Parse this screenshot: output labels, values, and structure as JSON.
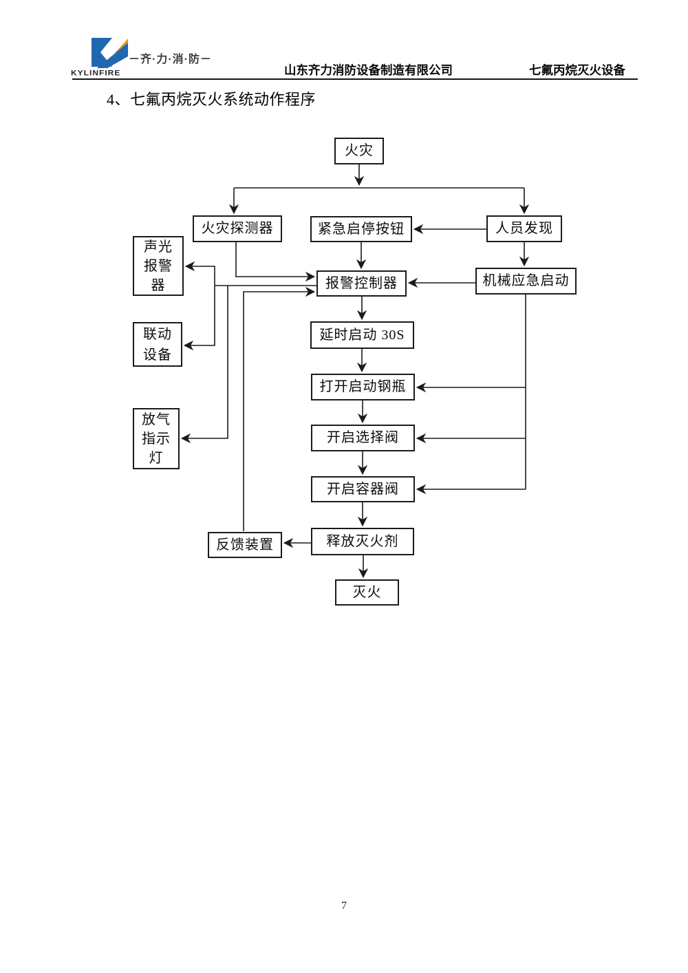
{
  "header": {
    "brand": "KYLINFIRE",
    "slogan": "－齐·力·消·防－",
    "company": "山东齐力消防设备制造有限公司",
    "product": "七氟丙烷灭火设备",
    "logo_colors": {
      "blue": "#1f68b0",
      "orange": "#f29024"
    }
  },
  "title": "4、七氟丙烷灭火系统动作程序",
  "flowchart": {
    "nodes": {
      "fire": "火灾",
      "detector": "火灾探测器",
      "emergency_button": "紧急启停按钮",
      "personnel": "人员发现",
      "sound_light_alarm": "声光\n报警\n器",
      "alarm_controller": "报警控制器",
      "mechanical_start": "机械应急启动",
      "linkage_device": "联动\n设备",
      "delay_start": "延时启动 30S",
      "open_cylinder": "打开启动钢瓶",
      "gas_indicator": "放气\n指示\n灯",
      "open_selector_valve": "开启选择阀",
      "open_container_valve": "开启容器阀",
      "feedback_device": "反馈装置",
      "release_agent": "释放灭火剂",
      "extinguish": "灭火"
    },
    "edges": [
      {
        "from": "fire",
        "to": "detector"
      },
      {
        "from": "fire",
        "to": "personnel"
      },
      {
        "from": "personnel",
        "to": "emergency_button"
      },
      {
        "from": "personnel",
        "to": "mechanical_start"
      },
      {
        "from": "detector",
        "to": "alarm_controller"
      },
      {
        "from": "emergency_button",
        "to": "alarm_controller"
      },
      {
        "from": "mechanical_start",
        "to": "alarm_controller"
      },
      {
        "from": "alarm_controller",
        "to": "sound_light_alarm"
      },
      {
        "from": "alarm_controller",
        "to": "linkage_device"
      },
      {
        "from": "alarm_controller",
        "to": "gas_indicator"
      },
      {
        "from": "alarm_controller",
        "to": "delay_start"
      },
      {
        "from": "delay_start",
        "to": "open_cylinder"
      },
      {
        "from": "open_cylinder",
        "to": "open_selector_valve"
      },
      {
        "from": "open_selector_valve",
        "to": "open_container_valve"
      },
      {
        "from": "open_container_valve",
        "to": "release_agent"
      },
      {
        "from": "mechanical_start",
        "to": "open_cylinder"
      },
      {
        "from": "mechanical_start",
        "to": "open_selector_valve"
      },
      {
        "from": "mechanical_start",
        "to": "open_container_valve"
      },
      {
        "from": "release_agent",
        "to": "feedback_device"
      },
      {
        "from": "feedback_device",
        "to": "alarm_controller"
      },
      {
        "from": "release_agent",
        "to": "extinguish"
      }
    ],
    "line_color": "#1a1a1a"
  },
  "footer": {
    "page_number": "7"
  }
}
